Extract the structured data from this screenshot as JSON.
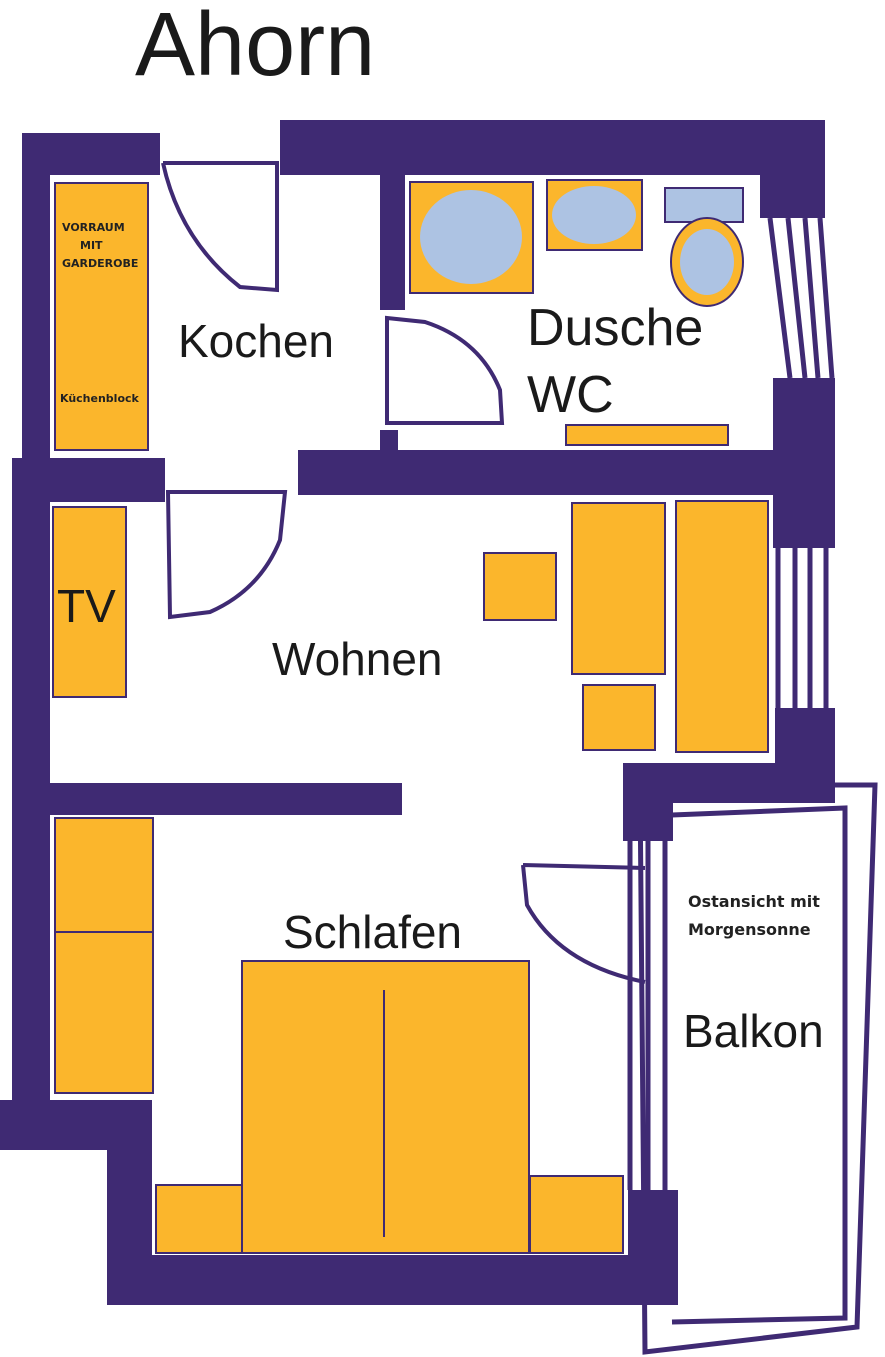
{
  "title": "Ahorn",
  "rooms": {
    "kitchen": "Kochen",
    "bath_line1": "Dusche",
    "bath_line2": "WC",
    "living": "Wohnen",
    "tv": "TV",
    "bedroom": "Schlafen",
    "balcony": "Balkon"
  },
  "notes": {
    "entry_line1": "VORRAUM",
    "entry_line2": "MIT",
    "entry_line3": "GARDEROBE",
    "kitchen_block": "Küchenblock",
    "balcony_line1": "Ostansicht mit",
    "balcony_line2": "Morgensonne"
  },
  "colors": {
    "wall": "#3f2a73",
    "furniture": "#fbb62c",
    "fixture": "#adc3e3"
  }
}
